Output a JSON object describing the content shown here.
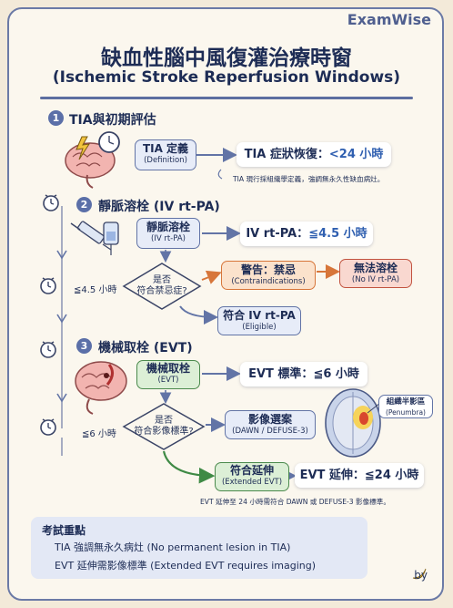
{
  "brand": "ExamWise",
  "title": {
    "zh": "缺血性腦中風復灌治療時窗",
    "en": "(Ischemic Stroke Reperfusion Windows)"
  },
  "sections": [
    {
      "num": "1",
      "label": "TIA與初期評估"
    },
    {
      "num": "2",
      "label": "靜脈溶栓 (IV rt-PA)"
    },
    {
      "num": "3",
      "label": "機械取栓 (EVT)"
    }
  ],
  "tia": {
    "def_main": "TIA 定義",
    "def_sub": "(Definition)",
    "result_prefix": "TIA 症狀恢復：",
    "result_value": "<24 小時",
    "note": "TIA 現行採組織學定義，強調無永久性缺血病灶。"
  },
  "ivtpa": {
    "box_main": "靜脈溶栓",
    "box_sub": "(IV rt-PA)",
    "result_prefix": "IV rt-PA：",
    "result_value": "≦4.5 小時",
    "question": [
      "是否",
      "符合禁忌症?"
    ],
    "warn_main": "警告：禁忌",
    "warn_sub": "(Contraindications)",
    "no_main": "無法溶栓",
    "no_sub": "(No IV rt-PA)",
    "eligible_main": "符合 IV rt-PA",
    "eligible_sub": "(Eligible)"
  },
  "evt": {
    "box_main": "機械取栓",
    "box_sub": "(EVT)",
    "result_prefix": "EVT 標準：",
    "result_value": "≦6 小時",
    "question": [
      "是否",
      "符合影像標準?"
    ],
    "imaging_main": "影像選案",
    "imaging_sub": "(DAWN / DEFUSE-3)",
    "penumbra_main": "組織半影區",
    "penumbra_sub": "(Penumbra)",
    "ext_main": "符合延伸",
    "ext_sub": "(Extended EVT)",
    "ext_result_prefix": "EVT 延伸：",
    "ext_result_value": "≦24 小時",
    "note": "EVT 延伸至 24 小時需符合 DAWN 或 DEFUSE-3 影像標準。"
  },
  "timeline": {
    "label_45": "≦4.5 小時",
    "label_6": "≦6 小時"
  },
  "exam": {
    "title": "考試重點",
    "items": [
      "TIA 強調無永久病灶 (No permanent lesion in TIA)",
      "EVT 延伸需影像標準 (Extended EVT requires imaging)"
    ]
  },
  "byline": "by",
  "colors": {
    "navy": "#1d2c55",
    "accent": "#5b6fa8",
    "green": "#4b8a4d",
    "orange": "#d7763a"
  }
}
